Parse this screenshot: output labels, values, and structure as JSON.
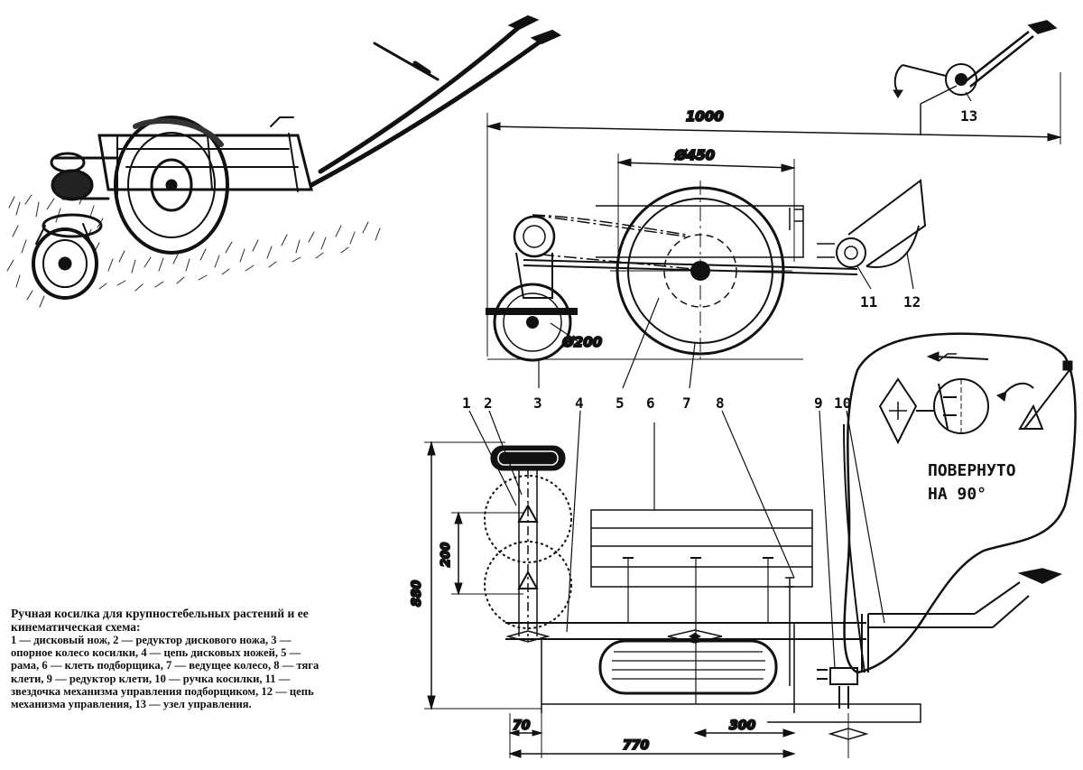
{
  "caption": {
    "title": "Ручная косилка для крупностебельных растений и ее кинематическая схема:",
    "legend": "1 — дисковый нож, 2 — редуктор дискового ножа, 3 — опорное колесо косилки, 4 — цепь дисковых ножей, 5 — рама, 6 — клеть подборщика, 7 — ведущее колесо, 8 — тяга клети, 9 — редуктор клети, 10 — ручка косилки, 11 — звездочка механизма управления подборщиком, 12 — цепь механизма управления, 13 — узел управления."
  },
  "dimensions": {
    "total_length": "1000",
    "drive_wheel": "Ø450",
    "support_wheel": "Ø200",
    "width": "880",
    "disk_spacing": "200",
    "offset": "70",
    "base": "770",
    "clearance": "300"
  },
  "callouts": {
    "n1": "1",
    "n2": "2",
    "n3": "3",
    "n4": "4",
    "n5": "5",
    "n6": "6",
    "n7": "7",
    "n8": "8",
    "n9": "9",
    "n10": "10",
    "n11": "11",
    "n12": "12",
    "n13": "13"
  },
  "note": {
    "line1": "ПОВЕРНУТО",
    "line2": "НА 90°"
  },
  "colors": {
    "ink": "#111111",
    "paper": "#ffffff",
    "grass": "#2a2a2a"
  }
}
